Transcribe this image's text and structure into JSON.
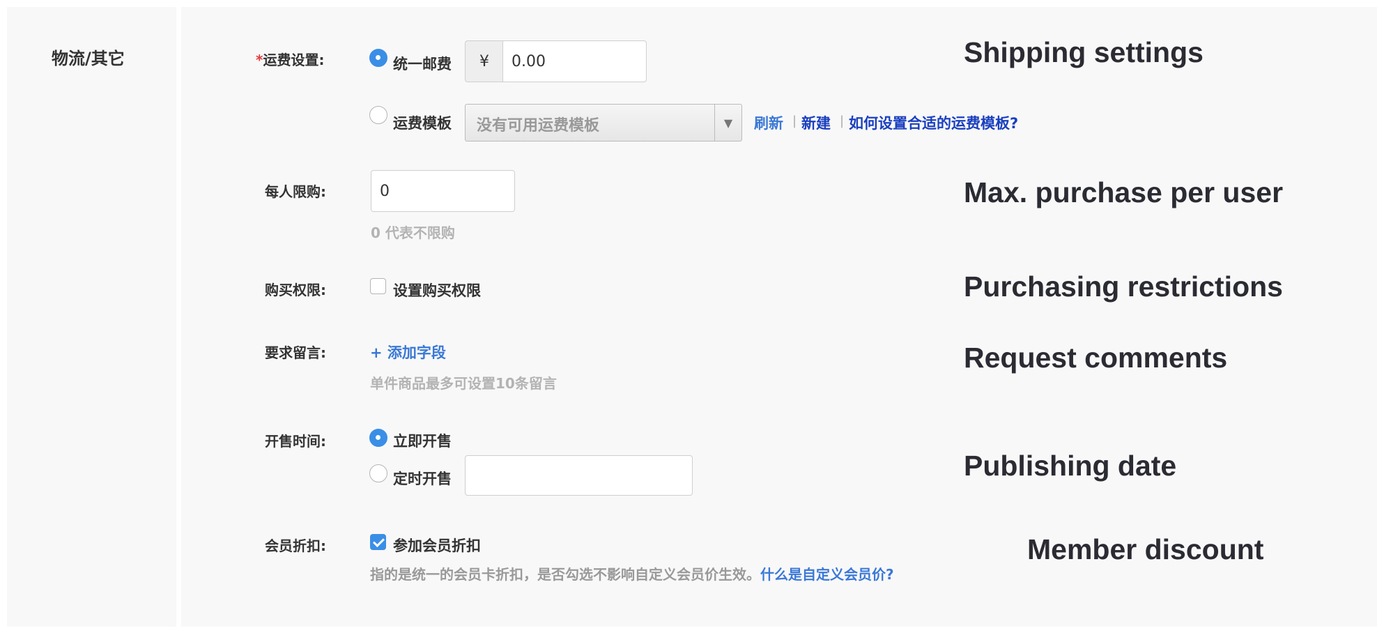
{
  "section": {
    "title": "物流/其它"
  },
  "shipping": {
    "label": "运费设置:",
    "required_mark": "*",
    "option_flat": "统一邮费",
    "currency": "¥",
    "flat_value": "0.00",
    "option_template": "运费模板",
    "template_select": "没有可用运费模板",
    "refresh_link": "刷新",
    "new_link": "新建",
    "help_link": "如何设置合适的运费模板?",
    "separator": "|",
    "selected": "flat"
  },
  "limit": {
    "label": "每人限购:",
    "value": "0",
    "hint": "0 代表不限购"
  },
  "permission": {
    "label": "购买权限:",
    "checkbox_label": "设置购买权限",
    "checked": false
  },
  "comments": {
    "label": "要求留言:",
    "add_link": "+ 添加字段",
    "hint": "单件商品最多可设置10条留言"
  },
  "sale_time": {
    "label": "开售时间:",
    "option_now": "立即开售",
    "option_scheduled": "定时开售",
    "scheduled_value": "",
    "selected": "now"
  },
  "discount": {
    "label": "会员折扣:",
    "checkbox_label": "参加会员折扣",
    "checked": true,
    "hint": "指的是统一的会员卡折扣，是否勾选不影响自定义会员价生效。",
    "hint_link": "什么是自定义会员价?"
  },
  "annotations": {
    "shipping": "Shipping settings",
    "max_purchase": "Max. purchase per user",
    "restrictions": "Purchasing restrictions",
    "comments": "Request comments",
    "publishing": "Publishing date",
    "member": "Member discount"
  },
  "colors": {
    "accent": "#3a8ee6",
    "link": "#3a78d6",
    "required": "#e4393c",
    "panel_bg": "#f8f8f8"
  }
}
